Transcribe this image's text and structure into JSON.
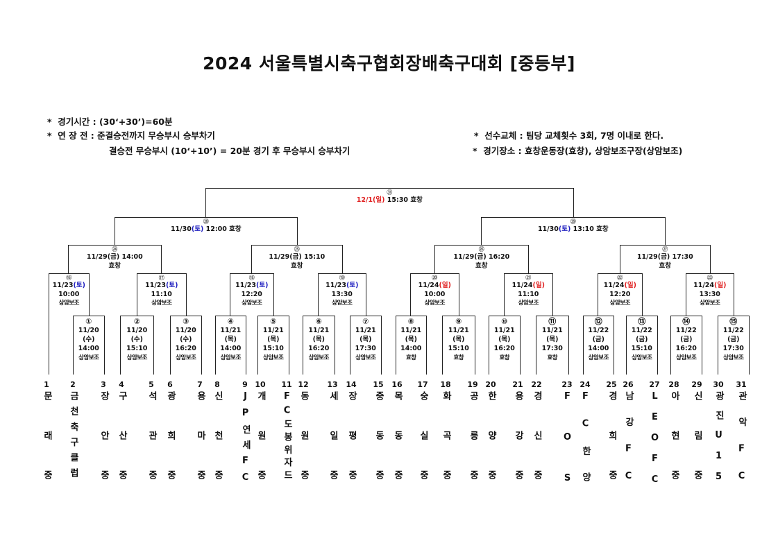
{
  "title": "2024  서울특별시축구협회장배축구대회  [중등부]",
  "notes": {
    "match_time": "*  경기시간 : (30‘+30’)=60분",
    "extra_time": "*  연 장 전 : 준결승전까지 무승부시 승부차기",
    "extra_time_final": "결승전 무승부시 (10‘+10’) = 20분 경기 후 무승부시 승부차기",
    "substitution": "*  선수교체 : 팀당 교체횟수 3회, 7명 이내로 한다.",
    "venue": "*  경기장소 : 효창운동장(효창), 상암보조구장(상암보조)"
  },
  "colors": {
    "saturday": "#2020c0",
    "sunday": "#e02020",
    "text": "#111111"
  },
  "matches": [
    {
      "no": "①",
      "date": "11/20",
      "day": "(수)",
      "time": "14:00",
      "venue": "상암보조",
      "day_color": ""
    },
    {
      "no": "②",
      "date": "11/20",
      "day": "(수)",
      "time": "15:10",
      "venue": "상암보조",
      "day_color": ""
    },
    {
      "no": "③",
      "date": "11/20",
      "day": "(수)",
      "time": "16:20",
      "venue": "상암보조",
      "day_color": ""
    },
    {
      "no": "④",
      "date": "11/21",
      "day": "(목)",
      "time": "14:00",
      "venue": "상암보조",
      "day_color": ""
    },
    {
      "no": "⑤",
      "date": "11/21",
      "day": "(목)",
      "time": "15:10",
      "venue": "상암보조",
      "day_color": ""
    },
    {
      "no": "⑥",
      "date": "11/21",
      "day": "(목)",
      "time": "16:20",
      "venue": "상암보조",
      "day_color": ""
    },
    {
      "no": "⑦",
      "date": "11/21",
      "day": "(목)",
      "time": "17:30",
      "venue": "상암보조",
      "day_color": ""
    },
    {
      "no": "⑧",
      "date": "11/21",
      "day": "(목)",
      "time": "14:00",
      "venue": "효창",
      "day_color": ""
    },
    {
      "no": "⑨",
      "date": "11/21",
      "day": "(목)",
      "time": "15:10",
      "venue": "효창",
      "day_color": ""
    },
    {
      "no": "⑩",
      "date": "11/21",
      "day": "(목)",
      "time": "16:20",
      "venue": "효창",
      "day_color": ""
    },
    {
      "no": "⑪",
      "date": "11/21",
      "day": "(목)",
      "time": "17:30",
      "venue": "효창",
      "day_color": ""
    },
    {
      "no": "⑫",
      "date": "11/22",
      "day": "(금)",
      "time": "14:00",
      "venue": "상암보조",
      "day_color": ""
    },
    {
      "no": "⑬",
      "date": "11/22",
      "day": "(금)",
      "time": "15:10",
      "venue": "상암보조",
      "day_color": ""
    },
    {
      "no": "⑭",
      "date": "11/22",
      "day": "(금)",
      "time": "16:20",
      "venue": "상암보조",
      "day_color": ""
    },
    {
      "no": "⑮",
      "date": "11/22",
      "day": "(금)",
      "time": "17:30",
      "venue": "상암보조",
      "day_color": ""
    },
    {
      "no": "⑯",
      "date": "11/23",
      "day": "(토)",
      "time": "10:00",
      "venue": "상암보조",
      "day_color": "saturday"
    },
    {
      "no": "⑰",
      "date": "11/23",
      "day": "(토)",
      "time": "11:10",
      "venue": "상암보조",
      "day_color": "saturday"
    },
    {
      "no": "⑱",
      "date": "11/23",
      "day": "(토)",
      "time": "12:20",
      "venue": "상암보조",
      "day_color": "saturday"
    },
    {
      "no": "⑲",
      "date": "11/23",
      "day": "(토)",
      "time": "13:30",
      "venue": "상암보조",
      "day_color": "saturday"
    },
    {
      "no": "⑳",
      "date": "11/24",
      "day": "(일)",
      "time": "10:00",
      "venue": "상암보조",
      "day_color": "sunday"
    },
    {
      "no": "㉑",
      "date": "11/24",
      "day": "(일)",
      "time": "11:10",
      "venue": "상암보조",
      "day_color": "sunday"
    },
    {
      "no": "㉒",
      "date": "11/24",
      "day": "(일)",
      "time": "12:20",
      "venue": "상암보조",
      "day_color": "sunday"
    },
    {
      "no": "㉓",
      "date": "11/24",
      "day": "(일)",
      "time": "13:30",
      "venue": "상암보조",
      "day_color": "sunday"
    },
    {
      "no": "㉔",
      "date": "11/29",
      "day": "(금)",
      "time": "14:00",
      "venue": "효창",
      "day_color": ""
    },
    {
      "no": "㉕",
      "date": "11/29",
      "day": "(금)",
      "time": "15:10",
      "venue": "효창",
      "day_color": ""
    },
    {
      "no": "㉖",
      "date": "11/29",
      "day": "(금)",
      "time": "16:20",
      "venue": "효창",
      "day_color": ""
    },
    {
      "no": "㉗",
      "date": "11/29",
      "day": "(금)",
      "time": "17:30",
      "venue": "효창",
      "day_color": ""
    },
    {
      "no": "㉘",
      "date": "11/30",
      "day": "(토)",
      "time": "12:00",
      "venue": "효창",
      "day_color": "saturday"
    },
    {
      "no": "㉙",
      "date": "11/30",
      "day": "(토)",
      "time": "13:10",
      "venue": "효창",
      "day_color": "saturday"
    },
    {
      "no": "㉛",
      "date": "12/1",
      "day": "(일)",
      "time": "15:30",
      "venue": "효창",
      "day_color": "sunday"
    }
  ],
  "teams": [
    {
      "seed": "1",
      "name": "문래중"
    },
    {
      "seed": "2",
      "name": "금천축구클럽"
    },
    {
      "seed": "3",
      "name": "장안중"
    },
    {
      "seed": "4",
      "name": "구산중"
    },
    {
      "seed": "5",
      "name": "석관중"
    },
    {
      "seed": "6",
      "name": "광희중"
    },
    {
      "seed": "7",
      "name": "용마중"
    },
    {
      "seed": "8",
      "name": "신천중"
    },
    {
      "seed": "9",
      "name": "JP연세FC"
    },
    {
      "seed": "10",
      "name": "개원중"
    },
    {
      "seed": "11",
      "name": "FC도봉위자드"
    },
    {
      "seed": "12",
      "name": "동원중"
    },
    {
      "seed": "13",
      "name": "세일중"
    },
    {
      "seed": "14",
      "name": "장평중"
    },
    {
      "seed": "15",
      "name": "중동중"
    },
    {
      "seed": "16",
      "name": "목동중"
    },
    {
      "seed": "17",
      "name": "숭실중"
    },
    {
      "seed": "18",
      "name": "화곡중"
    },
    {
      "seed": "19",
      "name": "공릉중"
    },
    {
      "seed": "20",
      "name": "한양중"
    },
    {
      "seed": "21",
      "name": "용강중"
    },
    {
      "seed": "22",
      "name": "경신중"
    },
    {
      "seed": "23",
      "name": "FOS"
    },
    {
      "seed": "24",
      "name": "FC한양"
    },
    {
      "seed": "25",
      "name": "경희중"
    },
    {
      "seed": "26",
      "name": "남강FC"
    },
    {
      "seed": "27",
      "name": "LEOFC"
    },
    {
      "seed": "28",
      "name": "아현중"
    },
    {
      "seed": "29",
      "name": "신림중"
    },
    {
      "seed": "30",
      "name": "광진U15"
    },
    {
      "seed": "31",
      "name": "관악FC"
    }
  ]
}
